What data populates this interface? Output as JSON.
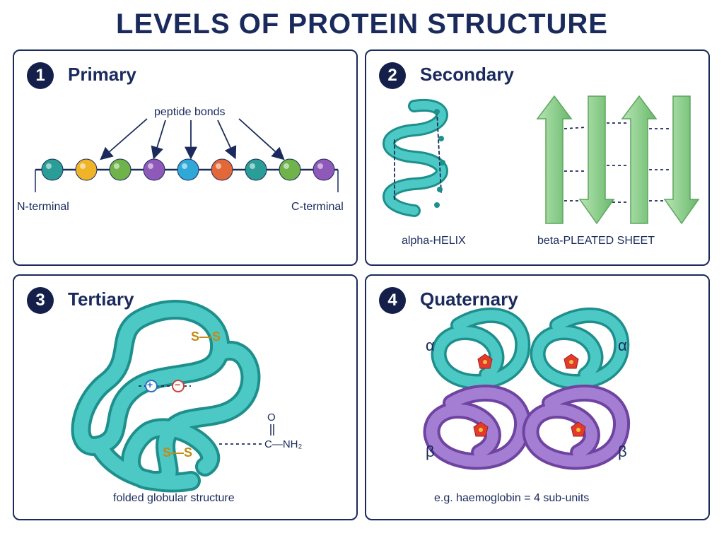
{
  "title": "LEVELS OF PROTEIN STRUCTURE",
  "panels": {
    "primary": {
      "number": "1",
      "title": "Primary",
      "annotation": "peptide bonds",
      "n_terminal": "N-terminal",
      "c_terminal": "C-terminal"
    },
    "secondary": {
      "number": "2",
      "title": "Secondary",
      "alpha_label": "alpha-HELIX",
      "beta_label": "beta-PLEATED SHEET"
    },
    "tertiary": {
      "number": "3",
      "title": "Tertiary",
      "ss_top": "S—S",
      "ss_bottom": "S—S",
      "positive": "+",
      "negative": "−",
      "carbonyl_o": "O",
      "amide": "C—NH₂",
      "caption": "folded globular structure"
    },
    "quaternary": {
      "number": "4",
      "title": "Quaternary",
      "alpha_left": "α",
      "alpha_right": "α",
      "beta_left": "β",
      "beta_right": "β",
      "caption": "e.g. haemoglobin = 4 sub-units"
    }
  },
  "colors": {
    "navy": "#1b2a5c",
    "teal": "#2fb3b0",
    "green_strand": "#8fcf8f",
    "purple": "#9a6cc6",
    "heme": "#e23b2e",
    "sulfur": "#d79a1c"
  },
  "amino_acid_colors": [
    "#2a9d96",
    "#f0b429",
    "#6fb34a",
    "#8e59b8",
    "#2fa8d8",
    "#e2683a",
    "#2a9d96",
    "#6fb34a",
    "#8e59b8"
  ]
}
